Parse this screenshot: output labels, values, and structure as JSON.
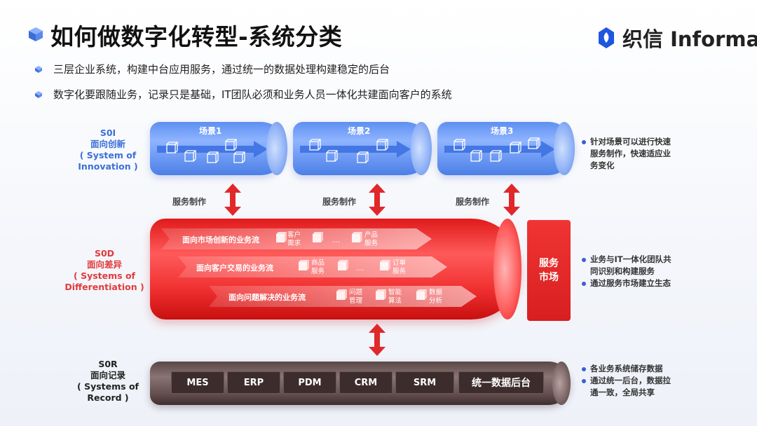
{
  "header": {
    "title": "如何做数字化转型-系统分类",
    "logo_text": "织信 Informat"
  },
  "bullets": [
    "三层企业系统，构建中台应用服务，通过统一的数据处理构建稳定的后台",
    "数字化要跟随业务，记录只是基础，IT团队必须和业务人员一体化共建面向客户的系统"
  ],
  "tiers": {
    "soi": {
      "code": "S0I",
      "cn": "面向创新",
      "en1": "( System of",
      "en2": "Innovation )"
    },
    "sod": {
      "code": "S0D",
      "cn": "面向差异",
      "en1": "( Systems of",
      "en2": "Differentiation )"
    },
    "sor": {
      "code": "S0R",
      "cn": "面向记录",
      "en1": "( Systems of",
      "en2": "Record )"
    }
  },
  "scenes": [
    "场景1",
    "场景2",
    "场景3"
  ],
  "service_making": "服务制作",
  "sod_flows": [
    {
      "label": "面向市场创新的业务流",
      "items": [
        "客户\n需求",
        "…",
        "产品\n服务"
      ]
    },
    {
      "label": "面向客户交易的业务流",
      "items": [
        "商品\n服务",
        "…",
        "订单\n服务"
      ]
    },
    {
      "label": "面向问题解决的业务流",
      "items": [
        "问题\n管理",
        "智能\n算法",
        "数据\n分析"
      ]
    }
  ],
  "market": {
    "line1": "服务",
    "line2": "市场"
  },
  "sor_systems": [
    "MES",
    "ERP",
    "PDM",
    "CRM",
    "SRM",
    "统一数据后台"
  ],
  "notes": {
    "soi": [
      "针对场景可以进行快速",
      "服务制作，快速适应业",
      "务变化"
    ],
    "sod": [
      "业务与IT一体化团队共",
      "同识别和构建服务",
      "通过服务市场建立生态"
    ],
    "sor": [
      "各业务系统储存数据",
      "通过统一后台，数据拉",
      "通一致，全局共享"
    ]
  },
  "colors": {
    "blue": "#5d8ff0",
    "red": "#e01a1a",
    "brown": "#5a4646",
    "arrow_red": "#e0282a",
    "accent": "#3a5fd0"
  }
}
